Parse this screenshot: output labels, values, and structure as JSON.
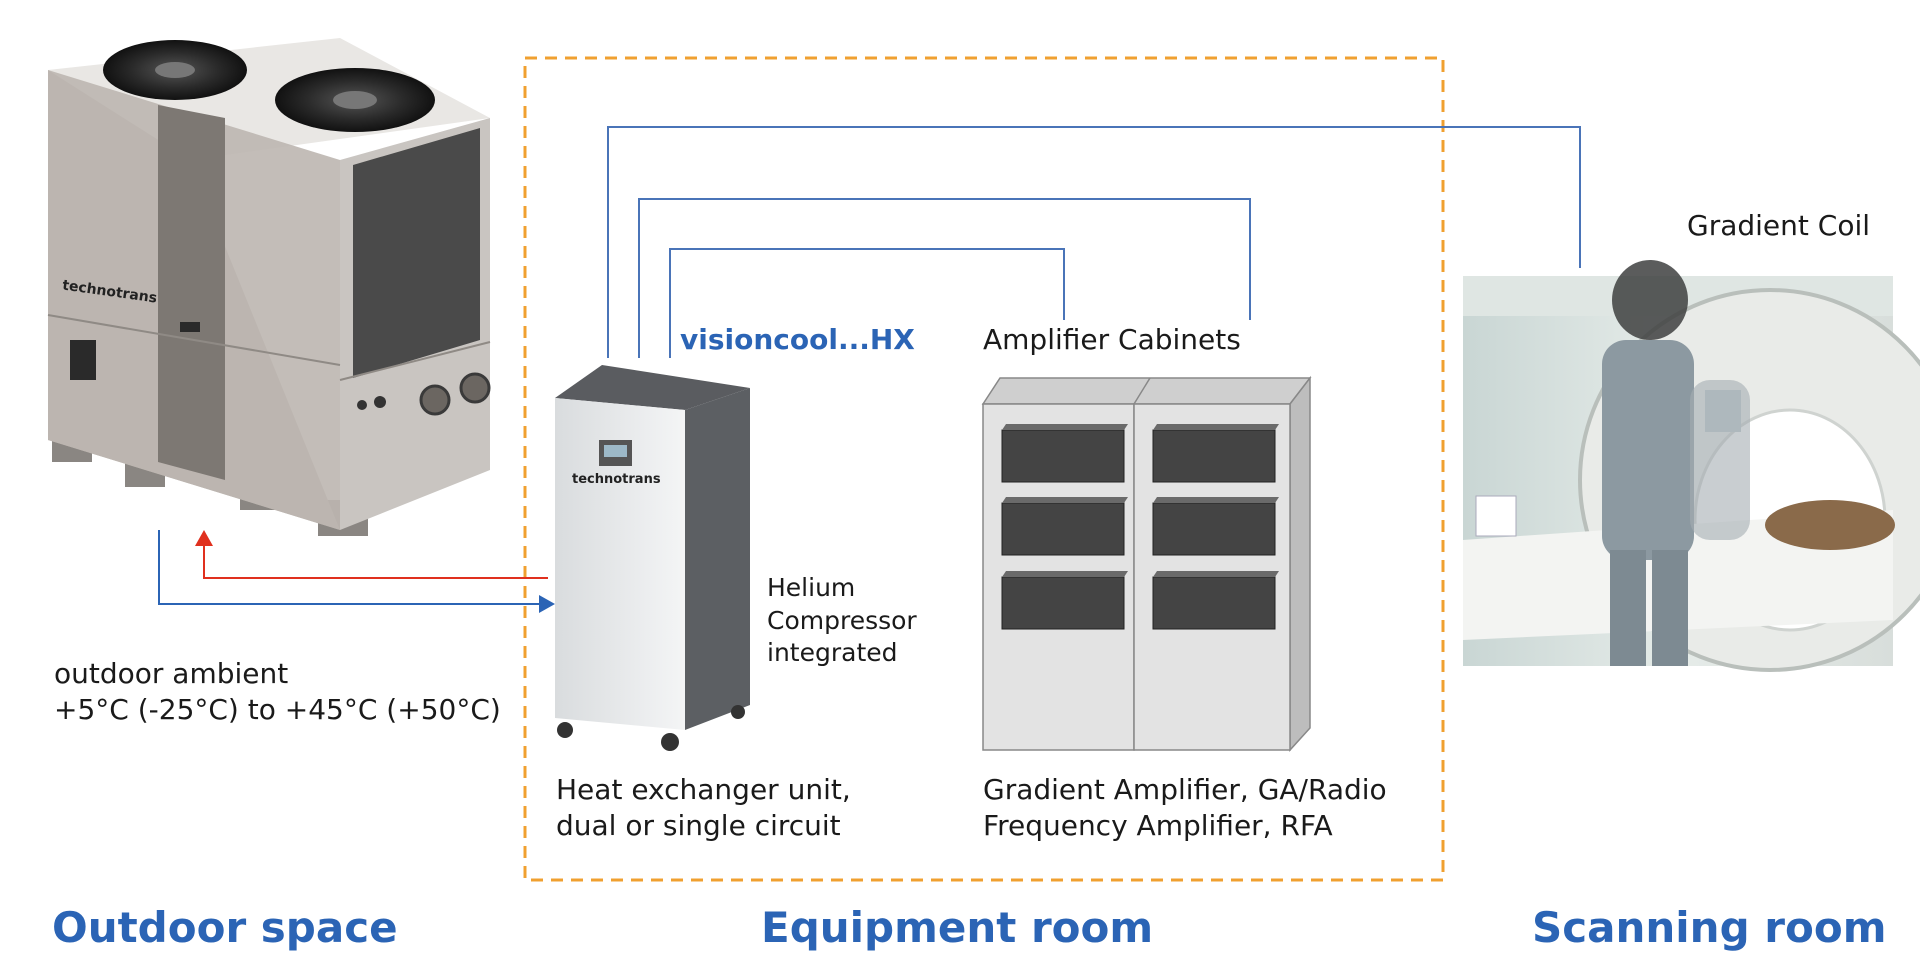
{
  "colors": {
    "blue": "#2b64b5",
    "red": "#e0301e",
    "orange_dashed": "#f0a030",
    "pipe_blue": "#4a74b8",
    "cabinet": "#e3e3e3",
    "cabinet_drawer": "#444444"
  },
  "outdoor": {
    "section_title": "Outdoor space",
    "ambient_line1": "outdoor ambient",
    "ambient_line2": "+5°C (-25°C) to +45°C (+50°C)",
    "chiller_brand": "technotrans"
  },
  "equipment": {
    "section_title": "Equipment room",
    "unit_name": "visioncool...HX",
    "unit_brand": "technotrans",
    "helium_line1": "Helium",
    "helium_line2": "Compressor",
    "helium_line3": "integrated",
    "hx_line1": "Heat exchanger unit,",
    "hx_line2": "dual or single circuit",
    "cabinets_title": "Amplifier Cabinets",
    "amp_line1": "Gradient Amplifier, GA/Radio",
    "amp_line2": "Frequency Amplifier, RFA"
  },
  "scanning": {
    "section_title": "Scanning room",
    "coil_label": "Gradient Coil"
  }
}
